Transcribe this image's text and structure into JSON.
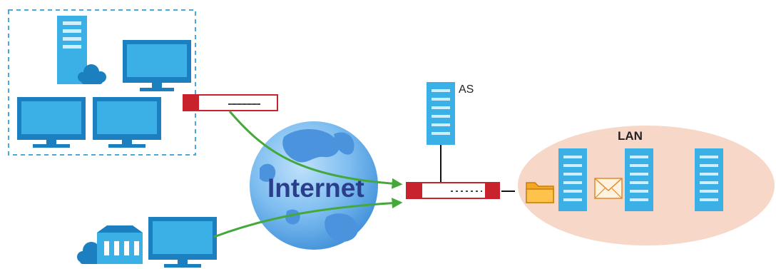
{
  "labels": {
    "internet": "Internet",
    "as": "AS",
    "lan": "LAN"
  },
  "colors": {
    "sky_blue": "#3ab0e6",
    "dark_blue": "#1b7fc0",
    "firewall_red": "#c8232c",
    "arrow_green": "#45a83b",
    "lan_fill": "#f6d7c8",
    "folder": "#f5a623",
    "globe": "#3f8fd9"
  },
  "icons": [
    "server-icon",
    "cloud-icon",
    "monitor-icon",
    "firewall-icon",
    "globe-icon",
    "building-icon",
    "folder-icon",
    "mail-icon"
  ]
}
